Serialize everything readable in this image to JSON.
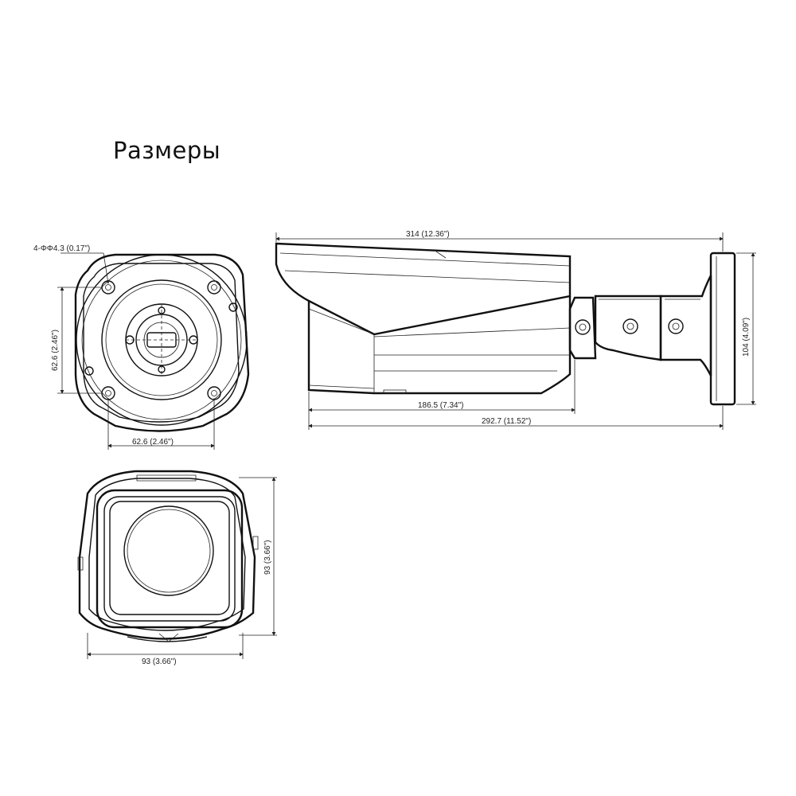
{
  "title": "Размеры",
  "dimensions": {
    "hole": "4-ΦΦ4.3 (0.17\")",
    "front_height": "62.6 (2.46\")",
    "front_width": "62.6 (2.46\")",
    "total_length": "314 (12.36\")",
    "body_length": "186.5 (7.34\")",
    "to_mount": "292.7 (11.52\")",
    "mount_height": "104 (4.09\")",
    "end_height": "93 (3.66\")",
    "end_width": "93 (3.66\")"
  }
}
